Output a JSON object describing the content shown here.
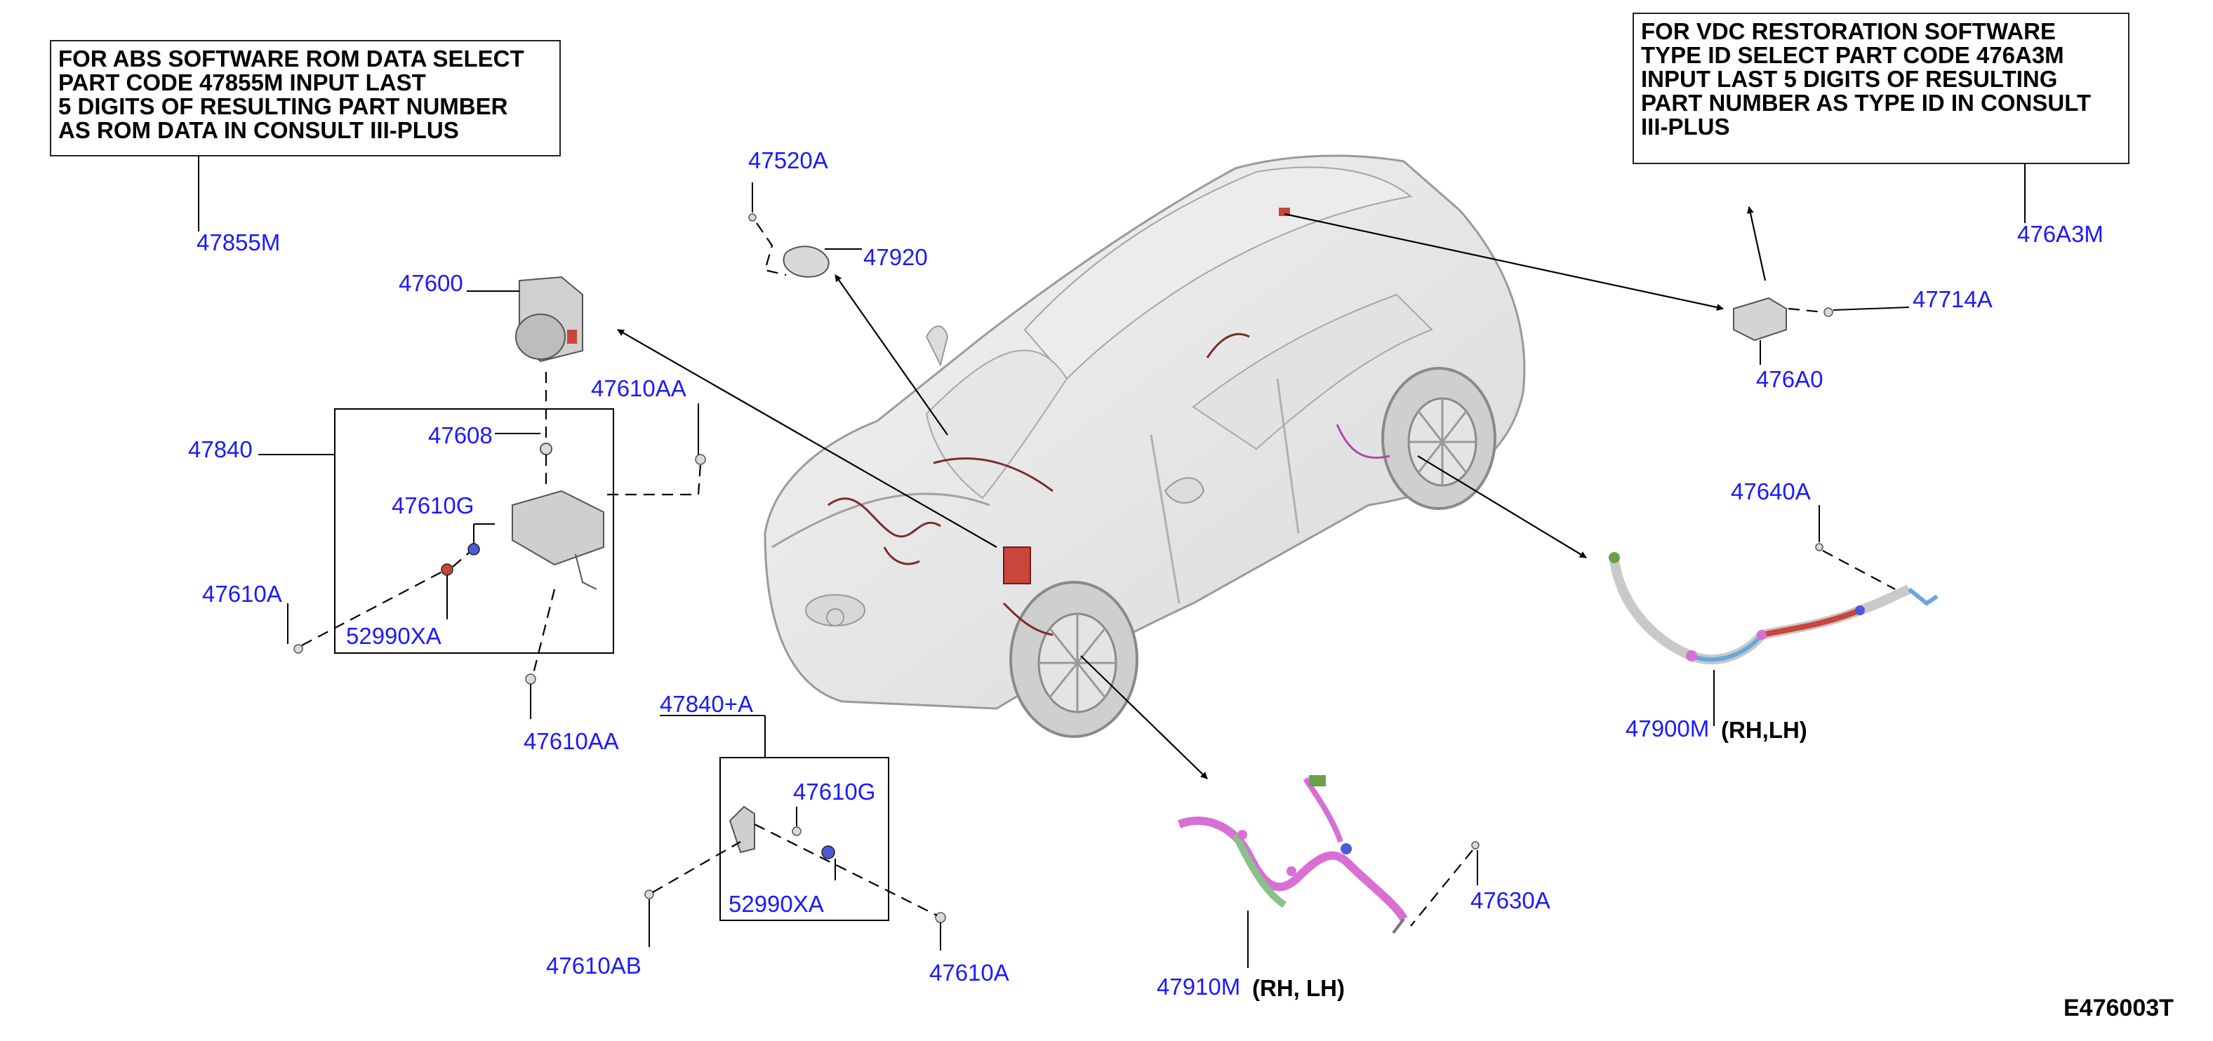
{
  "notes": {
    "abs": "FOR ABS SOFTWARE ROM DATA SELECT\nPART CODE 47855M INPUT LAST\n5 DIGITS OF RESULTING PART NUMBER\nAS ROM DATA IN CONSULT III-PLUS",
    "vdc": "FOR VDC RESTORATION SOFTWARE\nTYPE ID SELECT PART CODE 476A3M\nINPUT LAST 5 DIGITS OF RESULTING\nPART NUMBER AS TYPE ID IN CONSULT\nIII-PLUS"
  },
  "callouts": {
    "p47855M": "47855M",
    "p476A3M": "476A3M",
    "p47520A": "47520A",
    "p47920": "47920",
    "p47600": "47600",
    "p47610AA_top": "47610AA",
    "p47840": "47840",
    "p47608": "47608",
    "p47610G": "47610G",
    "p47610A_left": "47610A",
    "p52990XA": "52990XA",
    "p47610AA_bottom": "47610AA",
    "p47840A": "47840+A",
    "p47610G_lower": "47610G",
    "p52990XA_lower": "52990XA",
    "p47610AB": "47610AB",
    "p47610A_lower": "47610A",
    "p47714A": "47714A",
    "p476A0": "476A0",
    "p47640A": "47640A",
    "p47900M": "47900M",
    "p47900M_suffix": "(RH,LH)",
    "p47910M": "47910M",
    "p47910M_suffix": "(RH, LH)",
    "p47630A": "47630A"
  },
  "reference": "E476003T",
  "colors": {
    "callout_text": "#1a1aff",
    "harness_accent": "#d86fd4",
    "component_red": "#c8463c",
    "connector_blue": "#4a5ad8"
  }
}
